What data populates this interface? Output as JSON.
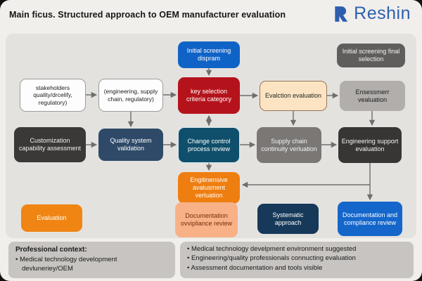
{
  "header": {
    "title": "Main ficus. Structured approach to OEM manufacturer evaluation",
    "brand": "Reshin"
  },
  "palette": {
    "brand_blue": "#2d5fae",
    "box_blue": "#1063c6",
    "box_red": "#b5131c",
    "box_orange": "#ef7e10",
    "box_peach": "#fce4c2",
    "box_salmon": "#f8b187",
    "box_navy": "#2e4a68",
    "box_teal": "#0f4f6b",
    "box_dark": "#3a3938",
    "box_gray": "#7a7775",
    "box_lightgray": "#b1aeab",
    "panel_gray": "#c7c4c1",
    "arrow_gray": "#6e6e6e"
  },
  "nodes": {
    "initial_screening": {
      "label": "Initial screening dispram"
    },
    "initial_final": {
      "label": "Initial screening final selection"
    },
    "stakeholders": {
      "label": "stakeholders quality/drcelify, regulatory)"
    },
    "engineering_group": {
      "label": "(engineering, supply chain, regulatory)"
    },
    "key_selection": {
      "label": "key selection criteria category"
    },
    "evalction": {
      "label": "Evalction evaluation"
    },
    "ensessmerr": {
      "label": "Ensessmerr vealuation"
    },
    "customization": {
      "label": "Customization capability assessment"
    },
    "quality_system": {
      "label": "Quality system validation"
    },
    "change_control": {
      "label": "Change control process review"
    },
    "supply_chain": {
      "label": "Supply chain continuity verluation"
    },
    "engineering_support": {
      "label": "Engineering support evaluation"
    },
    "engitinensive": {
      "label": "Engitinensive avalusment verluation"
    },
    "evaluation": {
      "label": "Evaluation"
    },
    "documentation_ovvipliance": {
      "label": "Documentation ovvipliance review"
    },
    "systematic": {
      "label": "Systematic approach"
    },
    "documentation_compliance": {
      "label": "Documentation and compliance review"
    }
  },
  "footer": {
    "context_panel": {
      "title": "Professional context:",
      "bullets": [
        "Medical technology development devluneriey/OEM"
      ]
    },
    "notes_panel": {
      "bullets": [
        "Medical technology develpment environment suggested",
        "Engineering/quality professionals connucting evaluation",
        "Assessment documentation and tools visible"
      ]
    }
  }
}
